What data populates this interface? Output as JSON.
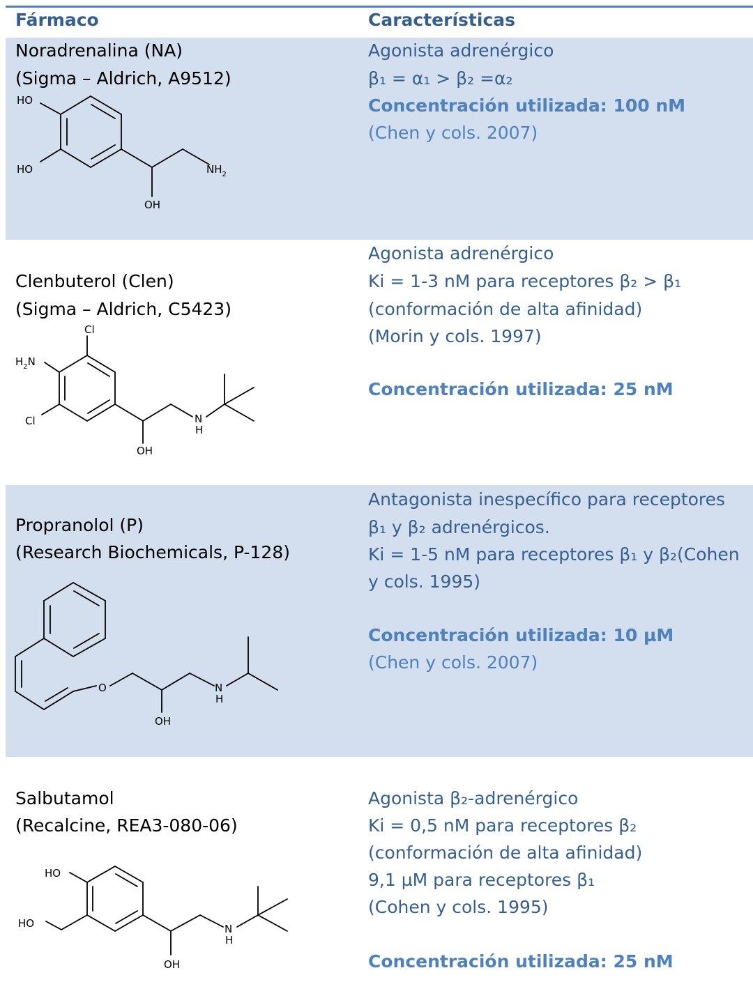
{
  "header": {
    "col1": "Fármaco",
    "col2": "Características"
  },
  "rows": [
    {
      "name1": "Noradrenalina (NA)",
      "name2": "(Sigma – Aldrich, A9512)",
      "d1": "Agonista adrenérgico",
      "d2": "β₁ = α₁ > β₂ =α₂",
      "conc": "Concentración utilizada: 100 nM",
      "ref": "(Chen y cols. 2007)"
    },
    {
      "name1": "Clenbuterol (Clen)",
      "name2": "(Sigma – Aldrich, C5423)",
      "d1": "Agonista adrenérgico",
      "d2": "Ki = 1-3 nM para receptores β₂ > β₁",
      "d3": "(conformación de alta afinidad)",
      "d4": " (Morin y cols. 1997)",
      "conc": "Concentración utilizada: 25 nM"
    },
    {
      "name1": "Propranolol (P)",
      "name2": "(Research Biochemicals, P-128)",
      "d1": "Antagonista inespecífico para receptores",
      "d2": "β₁ y β₂ adrenérgicos.",
      "d3": "Ki = 1-5 nM para receptores β₁ y β₂(Cohen",
      "d4": "y cols. 1995)",
      "conc": "Concentración utilizada: 10 µM",
      "ref": "(Chen y cols. 2007)"
    },
    {
      "name1": "Salbutamol",
      "name2": "(Recalcine, REA3-080-06)",
      "d1": "Agonista β₂-adrenérgico",
      "d2": "Ki = 0,5 nM para receptores β₂",
      "d3": "(conformación de alta afinidad)",
      "d4": "9,1 µM para receptores β₁",
      "d5": "(Cohen y cols. 1995)",
      "conc": "Concentración utilizada: 25 nM"
    }
  ],
  "structures": {
    "noradrenaline": {
      "ho_top": "HO",
      "ho_left": "HO",
      "nh": "NH",
      "nh_sub": "2",
      "oh": "OH"
    },
    "clenbuterol": {
      "cl_top": "Cl",
      "h2n_h": "H",
      "h2n_sub": "2",
      "h2n_n": "N",
      "cl_bottom": "Cl",
      "n": "N",
      "h": "H",
      "oh": "OH"
    },
    "propranolol": {
      "o": "O",
      "n": "N",
      "h": "H",
      "oh": "OH"
    },
    "salbutamol": {
      "ho_top": "HO",
      "ho_left": "HO",
      "n": "N",
      "h": "H",
      "oh": "OH"
    }
  }
}
